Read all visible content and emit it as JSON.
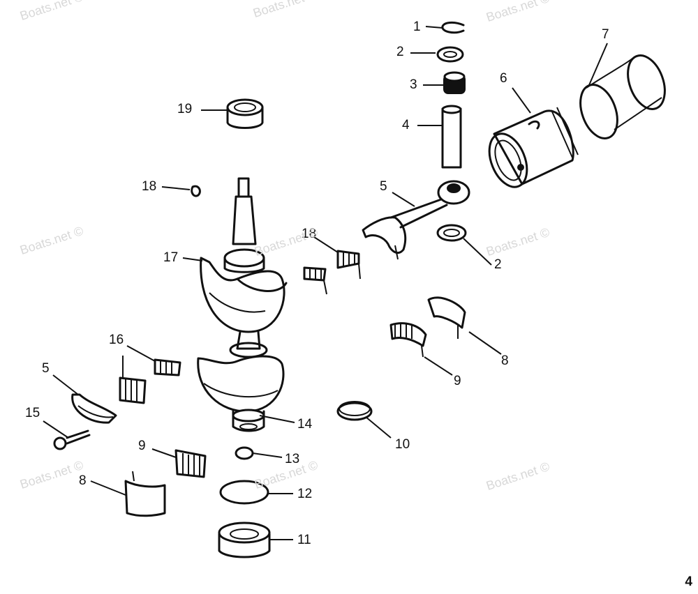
{
  "watermark": "Boats.net ©",
  "page_number": "4",
  "callouts": {
    "c1": "1",
    "c2a": "2",
    "c3": "3",
    "c4": "4",
    "c5a": "5",
    "c6": "6",
    "c7": "7",
    "c2b": "2",
    "c19": "19",
    "c18": "18",
    "c17": "17",
    "c18b": "18",
    "c8a": "8",
    "c9a": "9",
    "c16": "16",
    "c5b": "5",
    "c15": "15",
    "c14": "14",
    "c13": "13",
    "c10": "10",
    "c9b": "9",
    "c8b": "8",
    "c12": "12",
    "c11": "11"
  }
}
